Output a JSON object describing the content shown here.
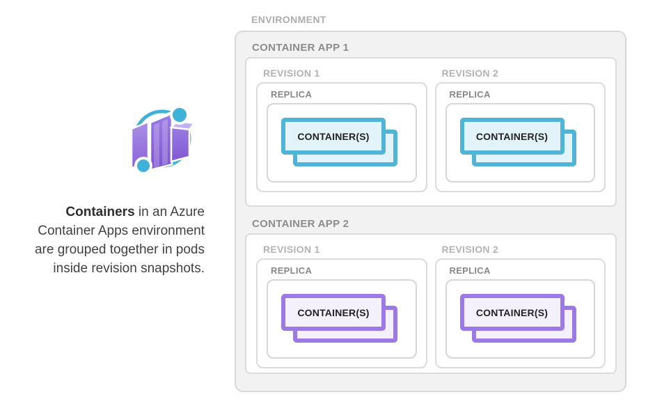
{
  "intro": {
    "icon": "azure-container-apps-icon",
    "text_bold": "Containers",
    "text_rest": " in an Azure\nContainer Apps environment\nare grouped together in pods\ninside revision snapshots."
  },
  "diagram": {
    "environment_label": "ENVIRONMENT",
    "replica_label": "REPLICA",
    "containers_label": "CONTAINER(S)",
    "apps": [
      {
        "label": "CONTAINER APP 1",
        "accent": "teal",
        "revisions": [
          {
            "label": "REVISION 1"
          },
          {
            "label": "REVISION 2"
          }
        ]
      },
      {
        "label": "CONTAINER APP 2",
        "accent": "purple",
        "revisions": [
          {
            "label": "REVISION 1"
          },
          {
            "label": "REVISION 2"
          }
        ]
      }
    ]
  },
  "colors": {
    "teal_border": "#4fb4d6",
    "teal_fill": "#e2f3f9",
    "purple_border": "#9b79e6",
    "purple_fill": "#f4f0fc",
    "orbit_cyan": "#41b2d7",
    "cube_purple": "#7c52d1",
    "environment_fill": "#f2f2f2",
    "box_border_gray": "#dbdbdb",
    "label_light_gray": "#adadad",
    "label_dark_gray": "#8c8c8c",
    "body_text": "#414141"
  }
}
